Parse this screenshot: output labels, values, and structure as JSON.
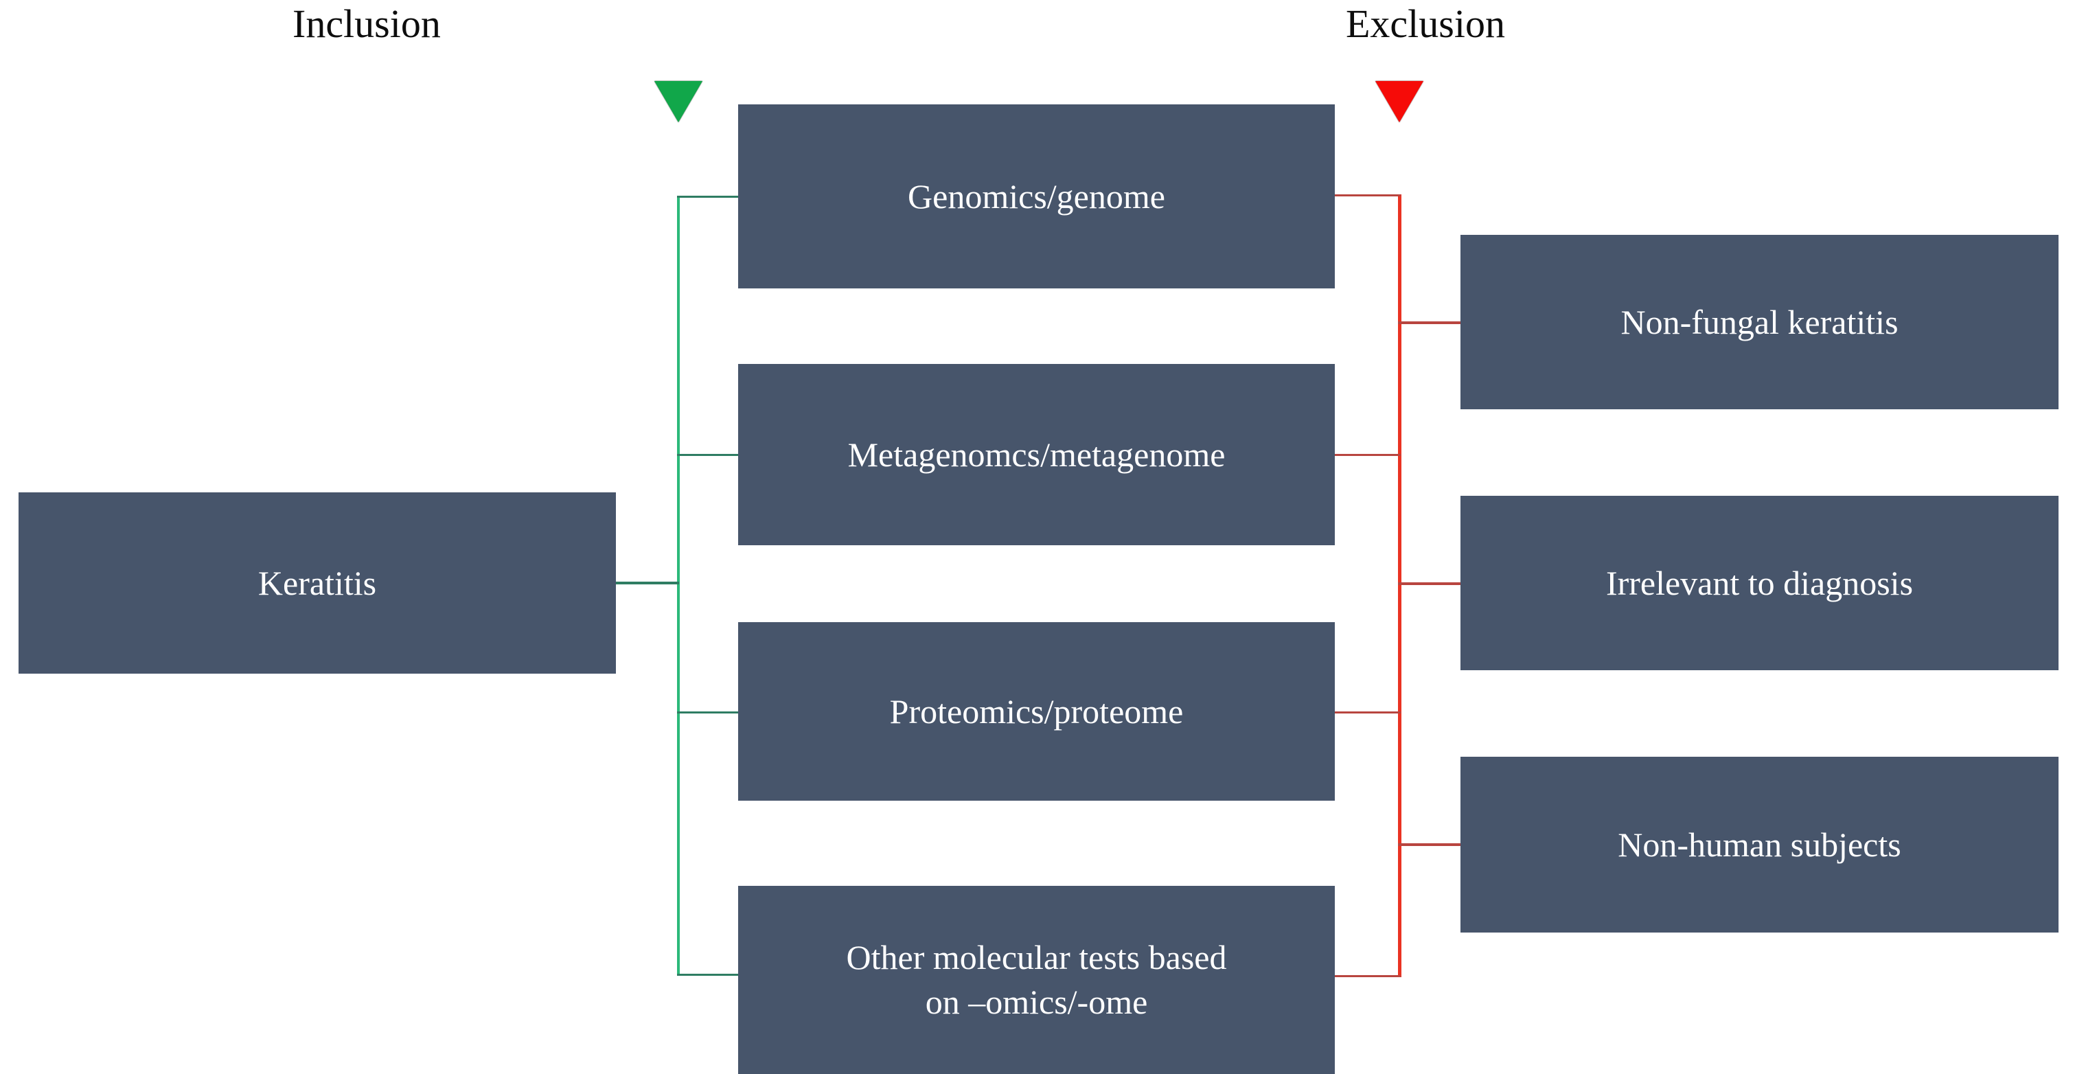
{
  "diagram": {
    "title_inclusion": "Inclusion",
    "title_exclusion": "Exclusion",
    "source": {
      "label": "Keratitis"
    },
    "inclusion_boxes": [
      {
        "label": "Genomics/genome"
      },
      {
        "label": "Metagenomcs/metagenome"
      },
      {
        "label": "Proteomics/proteome"
      },
      {
        "label_line1": "Other molecular tests based",
        "label_line2": "on –omics/-ome"
      }
    ],
    "exclusion_boxes": [
      {
        "label": "Non-fungal keratitis"
      },
      {
        "label": "Irrelevant to diagnosis"
      },
      {
        "label": "Non-human subjects"
      }
    ],
    "markers": {
      "inclusion_icon": "triangle-down-green-icon",
      "exclusion_icon": "triangle-down-red-icon"
    },
    "colors": {
      "box_fill": "#47556b",
      "box_text": "#ffffff",
      "inclusion_marker": "#11a74a",
      "exclusion_marker": "#f60b08",
      "inclusion_line": "#2cb97a",
      "exclusion_line": "#ea3323",
      "background": "#ffffff",
      "header_text": "#0d0d0d"
    }
  }
}
